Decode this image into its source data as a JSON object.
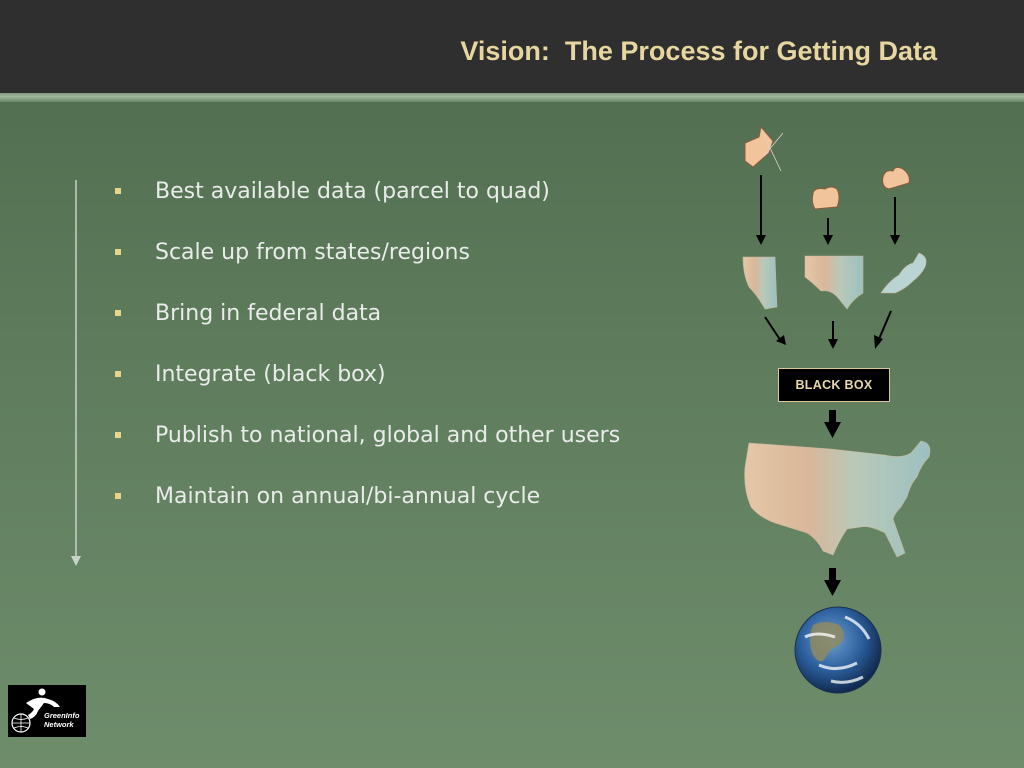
{
  "slide": {
    "title": "Vision:  The Process for Getting Data"
  },
  "bullets": [
    "Best available data (parcel to quad)",
    "Scale up from states/regions",
    "Bring in federal data",
    "Integrate (black box)",
    "Publish to national, global and other users",
    "Maintain on annual/bi-annual cycle"
  ],
  "diagram": {
    "black_box_label": "BLACK BOX"
  },
  "logo": {
    "line1": "GreenInfo",
    "line2": "Network"
  },
  "colors": {
    "title": "#e7d6a0",
    "bullet_marker": "#e6d58f",
    "header_bg": "#2e2f2e",
    "body_text": "#e9ecea"
  }
}
